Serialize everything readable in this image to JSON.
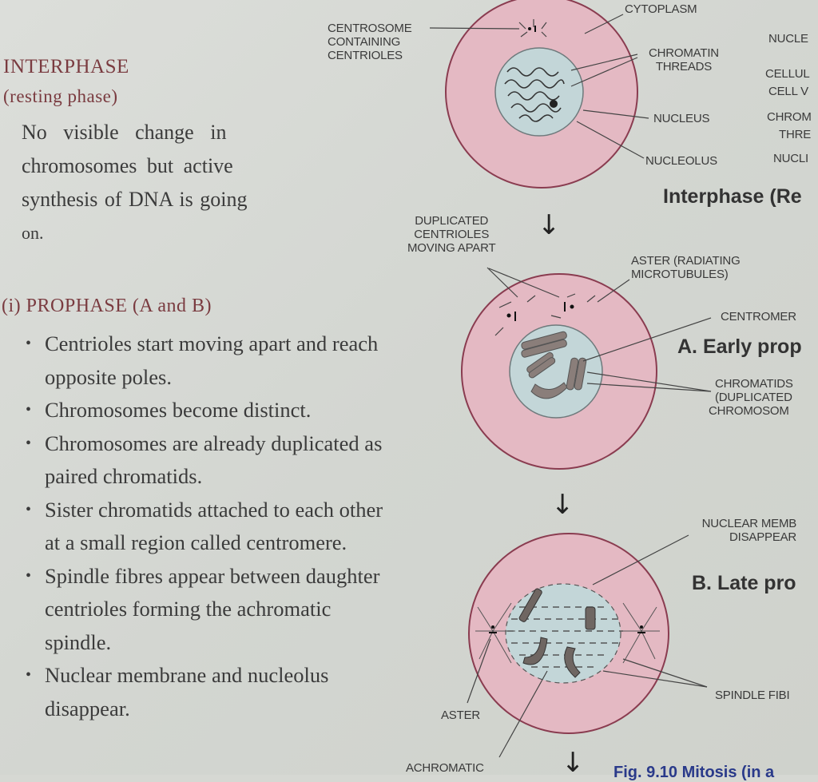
{
  "left_text": {
    "interphase": {
      "heading": "INTERPHASE",
      "subheading": "(resting phase)",
      "description_lines": [
        "No visible change in",
        "chromosomes but active",
        "synthesis of DNA is going",
        "on."
      ]
    },
    "prophase": {
      "heading": "(i) PROPHASE (A and B)",
      "bullets": [
        "Centrioles start moving apart and reach opposite poles.",
        "Chromosomes become distinct.",
        "Chromosomes are already duplicated as paired chromatids.",
        "Sister chromatids attached to each other at a small region called centromere.",
        "Spindle fibres appear between daughter centrioles forming the achromatic spindle.",
        "Nuclear membrane and nucleolus disappear."
      ]
    }
  },
  "diagram": {
    "colors": {
      "cytoplasm": "#e4b9c3",
      "cell_border": "#8a3c50",
      "nucleus": "#c3d6d8",
      "chromosome": "#7d6f6b",
      "caption_blue": "#2a3a8a"
    },
    "interphase_cell": {
      "labels": {
        "centrosome": [
          "CENTROSOME",
          "CONTAINING",
          "CENTRIOLES"
        ],
        "cytoplasm": "CYTOPLASM",
        "chromatin": [
          "CHROMATIN",
          "THREADS"
        ],
        "nucleus": "NUCLEUS",
        "nucleolus": "NUCLEOLUS"
      },
      "title": "Interphase (Re"
    },
    "early_prophase_cell": {
      "labels": {
        "centrioles": [
          "DUPLICATED",
          "CENTRIOLES",
          "MOVING APART"
        ],
        "aster": [
          "ASTER (RADIATING",
          "MICROTUBULES)"
        ],
        "centromere": "CENTROMER",
        "chromatids": [
          "CHROMATIDS",
          "(DUPLICATED",
          "CHROMOSOM"
        ]
      },
      "title": "A.  Early prop"
    },
    "late_prophase_cell": {
      "labels": {
        "nuclear_membrane": [
          "NUCLEAR MEMB",
          "DISAPPEAR"
        ],
        "spindle": "SPINDLE FIBI",
        "aster": "ASTER",
        "achromatic": "ACHROMATIC"
      },
      "title": "B.  Late pro"
    },
    "right_edge_labels": [
      "NUCLE",
      "CELLUL",
      "CELL V",
      "CHROM",
      "THRE",
      "NUCLI"
    ],
    "arrow_glyph": "↓",
    "caption": "Fig. 9.10 Mitosis (in a"
  }
}
